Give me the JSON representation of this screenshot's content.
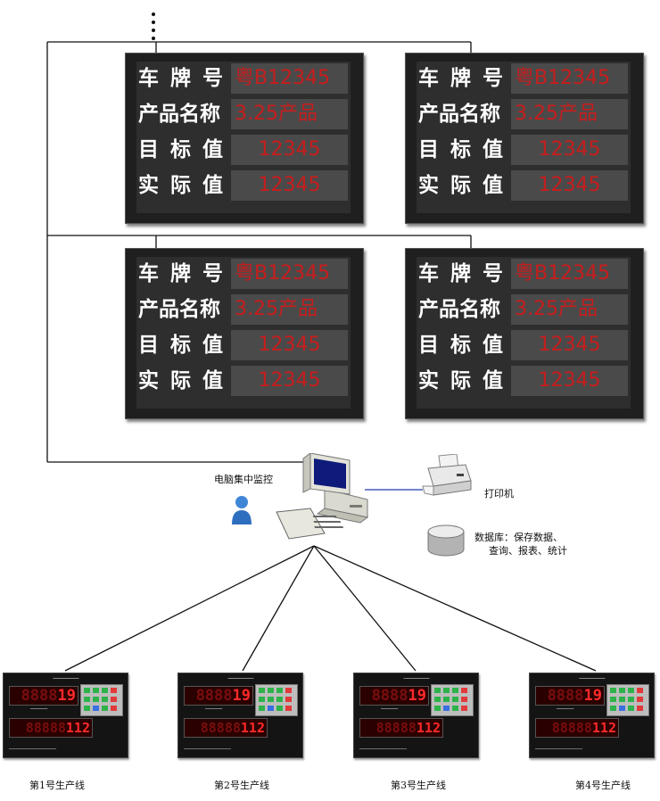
{
  "boards": [
    {
      "rows": [
        {
          "label": "车牌号",
          "value": "粤B12345"
        },
        {
          "label": "产品名称",
          "value": "3.25产品"
        },
        {
          "label": "目标值",
          "value": "12345"
        },
        {
          "label": "实际值",
          "value": "12345"
        }
      ]
    },
    {
      "rows": [
        {
          "label": "车牌号",
          "value": "粤B12345"
        },
        {
          "label": "产品名称",
          "value": "3.25产品"
        },
        {
          "label": "目标值",
          "value": "12345"
        },
        {
          "label": "实际值",
          "value": "12345"
        }
      ]
    },
    {
      "rows": [
        {
          "label": "车牌号",
          "value": "粤B12345"
        },
        {
          "label": "产品名称",
          "value": "3.25产品"
        },
        {
          "label": "目标值",
          "value": "12345"
        },
        {
          "label": "实际值",
          "value": "12345"
        }
      ]
    },
    {
      "rows": [
        {
          "label": "车牌号",
          "value": "粤B12345"
        },
        {
          "label": "产品名称",
          "value": "3.25产品"
        },
        {
          "label": "目标值",
          "value": "12345"
        },
        {
          "label": "实际值",
          "value": "12345"
        }
      ]
    }
  ],
  "computer_label": "电脑集中监控",
  "printer_label": "打印机",
  "database": {
    "line1": "数据库：保存数据、",
    "line2": "查询、报表、统计"
  },
  "controllers": [
    {
      "caption": "第1号生产线",
      "top_dim": "8888",
      "top_value": "19",
      "bottom_dim": "88888",
      "bottom_value": "112"
    },
    {
      "caption": "第2号生产线",
      "top_dim": "8888",
      "top_value": "19",
      "bottom_dim": "88888",
      "bottom_value": "112"
    },
    {
      "caption": "第3号生产线",
      "top_dim": "8888",
      "top_value": "19",
      "bottom_dim": "88888",
      "bottom_value": "112"
    },
    {
      "caption": "第4号生产线",
      "top_dim": "8888",
      "top_value": "19",
      "bottom_dim": "88888",
      "bottom_value": "112"
    }
  ],
  "colors": {
    "led_red": "#c81d1d",
    "wire": "#111111",
    "printer_link": "#1f3fae"
  },
  "icons": [
    "computer-icon",
    "printer-icon",
    "database-icon",
    "user-icon",
    "keyboard-icon"
  ]
}
